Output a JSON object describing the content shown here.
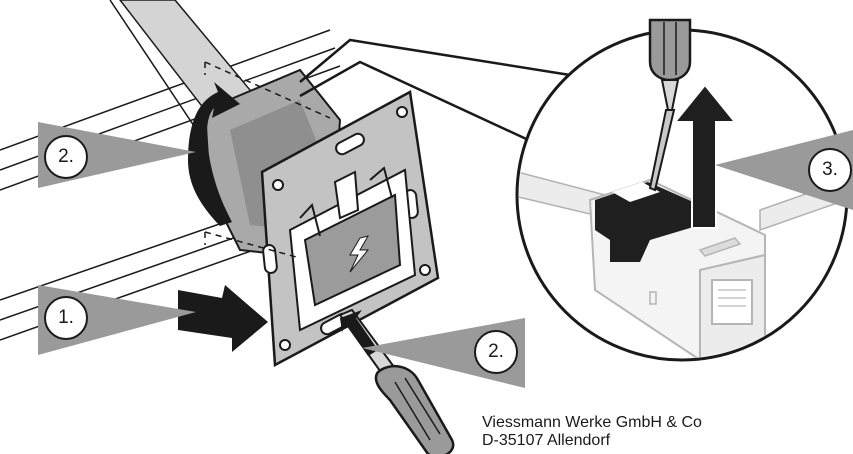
{
  "colors": {
    "ink": "#1a1a1a",
    "callout_gray": "#9a9a9a",
    "part_gray": "#b5b5b5",
    "light_gray": "#e2e2e2"
  },
  "steps": [
    {
      "id": "step1",
      "label": "1."
    },
    {
      "id": "step2-rotate",
      "label": "2."
    },
    {
      "id": "step2-screwdriver",
      "label": "2."
    },
    {
      "id": "step3",
      "label": "3."
    }
  ],
  "credit": {
    "line1": "Viessmann Werke GmbH & Co",
    "line2": "D-35107 Allendorf"
  }
}
